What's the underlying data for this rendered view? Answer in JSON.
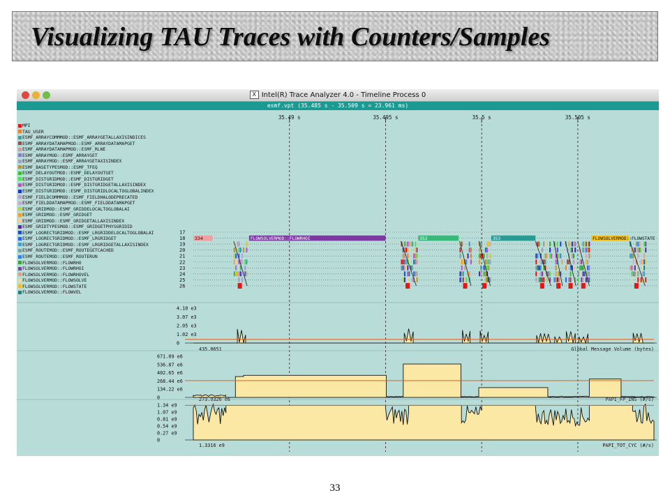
{
  "slide": {
    "title": "Visualizing TAU Traces with Counters/Samples",
    "page_number": "33"
  },
  "window": {
    "title": "Intel(R) Trace Analyzer 4.0 - Timeline Process 0",
    "x_icon": "X",
    "subtitle": "esmf.vpt (35.485 s - 35.509 s = 23.961 ms)"
  },
  "time_axis": {
    "ticks": [
      "35.49 s",
      "35.495 s",
      "35.5 s",
      "35.505 s"
    ]
  },
  "legend": [
    {
      "label": "MPI",
      "color": "#e01818"
    },
    {
      "label": "TAU_USER",
      "color": "#f08030"
    },
    {
      "label": "ESMF_ARRAYCOMMMOD::ESMF_ARRAYGETALLAXISINDICES",
      "color": "#40a0a0"
    },
    {
      "label": "ESMF_ARRAYDATAMAPMOD::ESMF_ARRAYDATAMAPGET",
      "color": "#a04848"
    },
    {
      "label": "ESMF_ARRAYDATAMAPMOD::ESMF_RLNE",
      "color": "#c8a0a0"
    },
    {
      "label": "ESMF_ARRAYMOD::ESMF_ARRAYGET",
      "color": "#8080c0"
    },
    {
      "label": "ESMF_ARRAYMOD::ESMF_ARRAYGETAXISINDEX",
      "color": "#a0a0c8"
    },
    {
      "label": "ESMF_BASETYPESMOD::ESMF_TFEQ",
      "color": "#c09030"
    },
    {
      "label": "ESMF_DELAYOUTMOD::ESMF_DELAYOUTGET",
      "color": "#30c030"
    },
    {
      "label": "ESMF_DISTGRIDMOD::ESMF_DISTGRIDGET",
      "color": "#50e050"
    },
    {
      "label": "ESMF_DISTGRIDMOD::ESMF_DISTGRIDGETALLAXISINDEX",
      "color": "#c050c0"
    },
    {
      "label": "ESMF_DISTGRIDMOD::ESMF_DISTGRIDLOCALTOGLOBALINDEX",
      "color": "#2030c0"
    },
    {
      "label": "ESMF_FIELDCOMMMOD::ESMF_FIELDHALODEPRECATED",
      "color": "#c0a0c0"
    },
    {
      "label": "ESMF_FIELDDATAMAPMOD::ESMF_FIELDDATAMAPGET",
      "color": "#d8a0d8"
    },
    {
      "label": "ESMF_GRIDMOD::ESMF_GRIDDELOCALTOGLOBALAI",
      "color": "#c0d040"
    },
    {
      "label": "ESMF_GRIDMOD::ESMF_GRIDGET",
      "color": "#f0a020"
    },
    {
      "label": "ESMF_GRIDMOD::ESMF_GRIDGETALLAXISINDEX",
      "color": "#f0d0a0"
    },
    {
      "label": "ESMF_GRIDTYPESMOD::ESMF_GRIDGETPHYSGRIDID",
      "color": "#6020a0"
    },
    {
      "label": "ESMF_LOGRECTGRIDMOD::ESMF_LRGRIDDELOCALTOGLOBALAI",
      "color": "#2040e0"
    },
    {
      "label": "ESMF_LOGRECTGRIDMOD::ESMF_LRGRIDGET",
      "color": "#3060f0"
    },
    {
      "label": "ESMF_LOGRECTGRIDMOD::ESMF_LRGRIDGETALLAXISINDEX",
      "color": "#40a0c0"
    },
    {
      "label": "ESMF_ROUTEMOD::ESMF_ROUTEGETCACHED",
      "color": "#80a0a0"
    },
    {
      "label": "ESMF_ROUTEMOD::ESMF_ROUTERUN",
      "color": "#3080f0"
    },
    {
      "label": "FLOWSOLVERMOD::FLOWRHO",
      "color": "#40a040"
    },
    {
      "label": "FLOWSOLVERMOD::FLOWRHOI",
      "color": "#8040a0"
    },
    {
      "label": "FLOWSOLVERMOD::FLOWRHOVEL",
      "color": "#e0a080"
    },
    {
      "label": "FLOWSOLVERMOD::FLOWSOLVE",
      "color": "#e0e0a0"
    },
    {
      "label": "FLOWSOLVERMOD::FLOWSTATE",
      "color": "#f0c020"
    },
    {
      "label": "FLOWSOLVERMOD::FLOWVEL",
      "color": "#208080"
    }
  ],
  "rows": [
    "17",
    "18",
    "19",
    "20",
    "21",
    "22",
    "23",
    "24",
    "25",
    "26"
  ],
  "bar_labels": {
    "row18_left": "334",
    "flowrhoi": "FLOWSOLVERMOD::FLOWRHOI",
    "b352": "352",
    "b353": "353",
    "flowstate": "FLOWSOLVERMOD::FLOWSTATE"
  },
  "colors": {
    "background": "#b8dcd8",
    "counter_fill": "#fbe8a4",
    "ref_line": "#e06020",
    "mpi": "#e01818",
    "flowrhoi_bar": "#7a3aa0",
    "green_bar": "#3ab87a",
    "teal_bar": "#2a9a95",
    "flowstate_bar": "#f4c218",
    "header_teal": "#1a9a93"
  },
  "panels": [
    {
      "name": "Global Message Volume (bytes)",
      "yticks": [
        "4.10 e3",
        "3.07 e3",
        "2.05 e3",
        "1.02 e3",
        "0"
      ],
      "ymax": 4100,
      "reference": 435.0651,
      "reference_label": "435.0651",
      "segments": [
        {
          "start_ms": 0.0,
          "end_ms": 2.29,
          "value": 0
        },
        {
          "start_ms": 2.29,
          "end_ms": 2.72,
          "value": 1700,
          "pattern": "spiky"
        },
        {
          "start_ms": 2.72,
          "end_ms": 10.97,
          "value": 0
        },
        {
          "start_ms": 10.97,
          "end_ms": 11.44,
          "value": 1900,
          "pattern": "spiky"
        },
        {
          "start_ms": 11.44,
          "end_ms": 14.0,
          "value": 0
        },
        {
          "start_ms": 14.0,
          "end_ms": 14.4,
          "value": 1600,
          "pattern": "spiky"
        },
        {
          "start_ms": 14.4,
          "end_ms": 14.92,
          "value": 0
        },
        {
          "start_ms": 14.92,
          "end_ms": 15.34,
          "value": 1500,
          "pattern": "spiky"
        },
        {
          "start_ms": 15.34,
          "end_ms": 17.86,
          "value": 0
        },
        {
          "start_ms": 17.86,
          "end_ms": 18.57,
          "value": 1400,
          "pattern": "spiky"
        },
        {
          "start_ms": 18.57,
          "end_ms": 18.8,
          "value": 0
        },
        {
          "start_ms": 18.8,
          "end_ms": 19.17,
          "value": 1300,
          "pattern": "spiky"
        },
        {
          "start_ms": 19.17,
          "end_ms": 19.4,
          "value": 0
        },
        {
          "start_ms": 19.4,
          "end_ms": 19.87,
          "value": 1500,
          "pattern": "spiky"
        },
        {
          "start_ms": 19.87,
          "end_ms": 20.06,
          "value": 0
        },
        {
          "start_ms": 20.06,
          "end_ms": 20.53,
          "value": 1200,
          "pattern": "spiky"
        },
        {
          "start_ms": 20.53,
          "end_ms": 22.88,
          "value": 0
        },
        {
          "start_ms": 22.88,
          "end_ms": 23.39,
          "value": 1800,
          "pattern": "spiky"
        },
        {
          "start_ms": 23.39,
          "end_ms": 23.961,
          "value": 0
        }
      ]
    },
    {
      "name": "PAPI_FP_INS (#/s)",
      "yticks": [
        "671.09 e6",
        "536.87 e6",
        "402.65 e6",
        "268.44 e6",
        "134.22 e6",
        "0"
      ],
      "ymax": 671.09,
      "reference": 273.9326,
      "reference_label": "273.9326 e6",
      "segments": [
        {
          "start_ms": 0.0,
          "end_ms": 1.68,
          "value": 30,
          "pattern": "noisy"
        },
        {
          "start_ms": 1.68,
          "end_ms": 2.19,
          "value": 0
        },
        {
          "start_ms": 2.19,
          "end_ms": 2.61,
          "value": 340
        },
        {
          "start_ms": 2.61,
          "end_ms": 10.04,
          "value": 360
        },
        {
          "start_ms": 10.04,
          "end_ms": 10.92,
          "value": 12,
          "pattern": "noisy"
        },
        {
          "start_ms": 10.92,
          "end_ms": 13.92,
          "value": 545
        },
        {
          "start_ms": 13.92,
          "end_ms": 14.85,
          "value": 12,
          "pattern": "noisy"
        },
        {
          "start_ms": 14.85,
          "end_ms": 18.44,
          "value": 160
        },
        {
          "start_ms": 18.44,
          "end_ms": 20.6,
          "value": 15,
          "pattern": "noisy"
        },
        {
          "start_ms": 20.6,
          "end_ms": 22.25,
          "value": 300
        },
        {
          "start_ms": 22.25,
          "end_ms": 23.961,
          "value": 12,
          "pattern": "noisy"
        }
      ]
    },
    {
      "name": "PAPI_TOT_CYC (#/s)",
      "yticks": [
        "1.34 e9",
        "1.07 e9",
        "0.81 e9",
        "0.54 e9",
        "0.27 e9",
        "0"
      ],
      "ymax": 1.34,
      "reference": 1.3316,
      "reference_label": "1.3316 e9",
      "segments": [
        {
          "start_ms": 0.0,
          "end_ms": 1.7,
          "value": 1.0,
          "pattern": "noisy"
        },
        {
          "start_ms": 1.7,
          "end_ms": 10.0,
          "value": 1.33
        },
        {
          "start_ms": 10.0,
          "end_ms": 11.2,
          "value": 0.95,
          "pattern": "noisy"
        },
        {
          "start_ms": 11.2,
          "end_ms": 13.95,
          "value": 1.33
        },
        {
          "start_ms": 13.95,
          "end_ms": 15.0,
          "value": 0.95,
          "pattern": "noisy"
        },
        {
          "start_ms": 15.0,
          "end_ms": 17.8,
          "value": 1.33
        },
        {
          "start_ms": 17.8,
          "end_ms": 20.6,
          "value": 0.9,
          "pattern": "noisy"
        },
        {
          "start_ms": 20.6,
          "end_ms": 22.85,
          "value": 1.33
        },
        {
          "start_ms": 22.85,
          "end_ms": 23.961,
          "value": 1.0,
          "pattern": "noisy"
        }
      ]
    }
  ]
}
